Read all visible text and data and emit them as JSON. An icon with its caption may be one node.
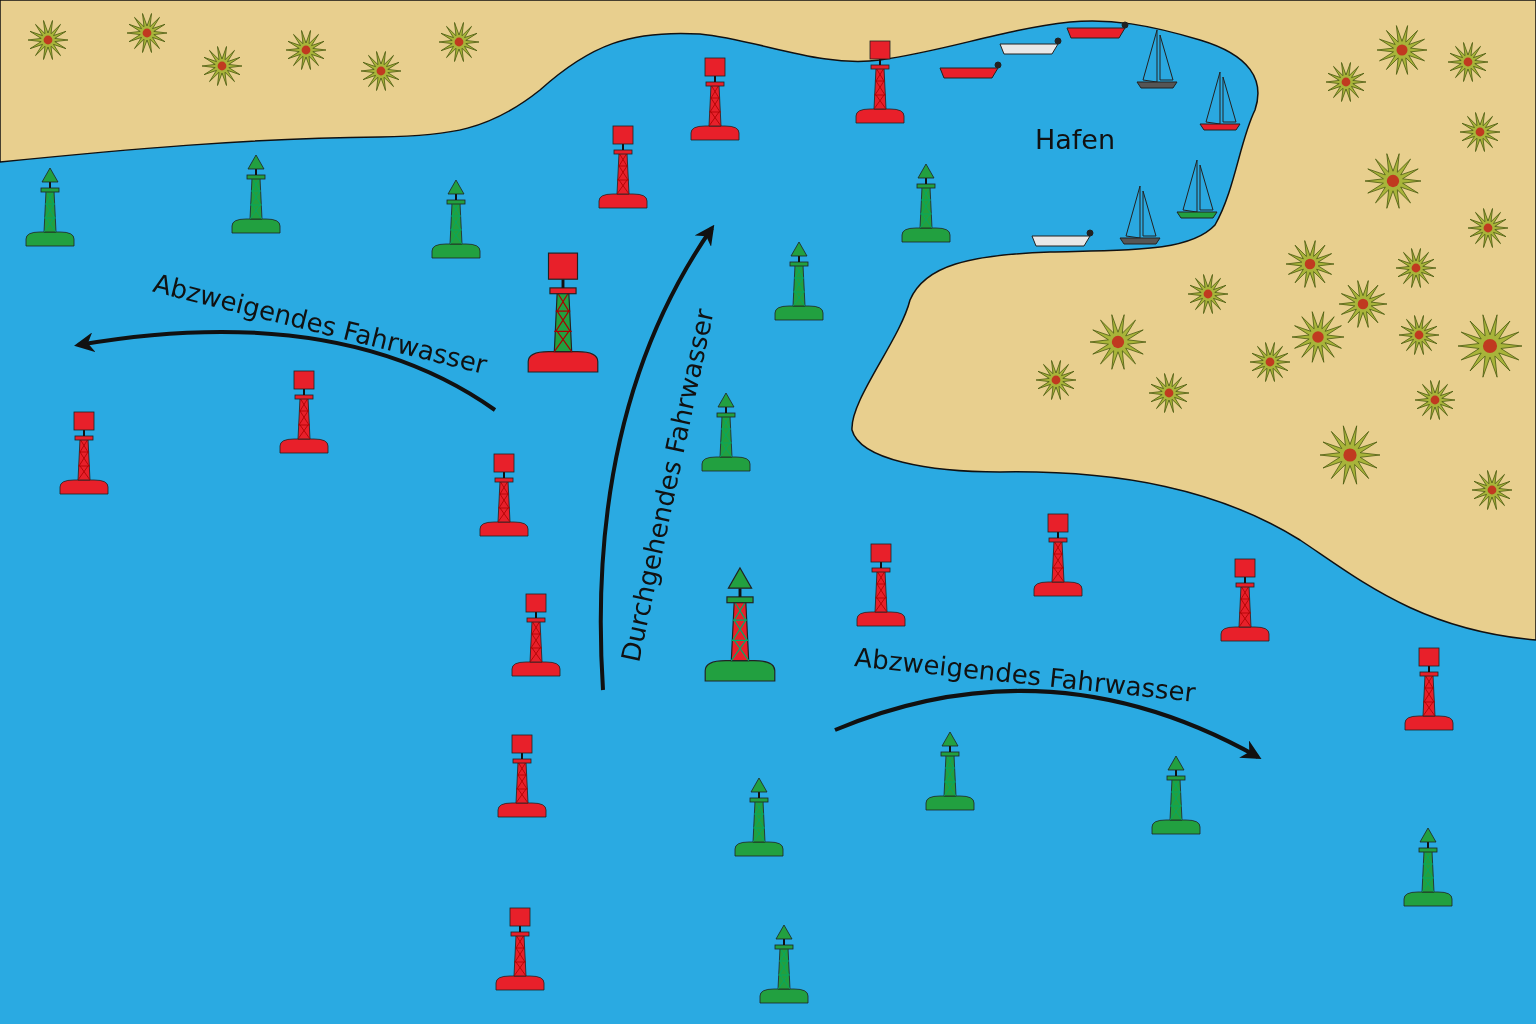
{
  "diagram": {
    "labels": [
      "Hafen",
      "Abzweigendes Fahrwasser",
      "Durchgehendes Fahrwasser",
      "Abzweigendes Fahrwasser"
    ]
  }
}
